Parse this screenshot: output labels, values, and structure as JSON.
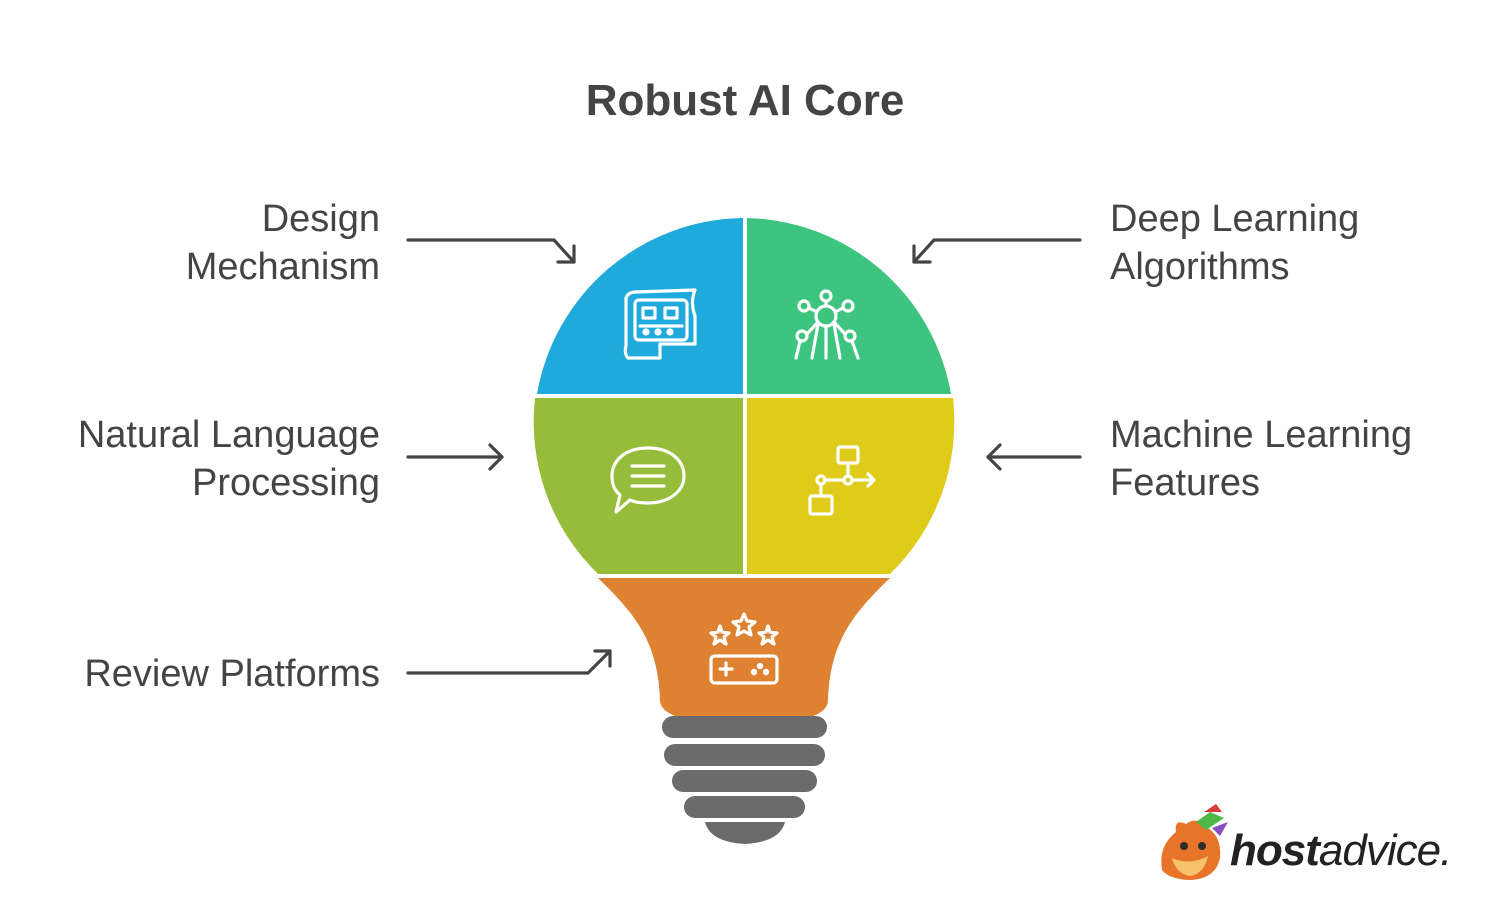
{
  "title": "Robust AI Core",
  "segments": [
    {
      "id": "design",
      "label_line1": "Design",
      "label_line2": "Mechanism",
      "color": "#20a9db",
      "icon": "conveyor-icon"
    },
    {
      "id": "deep",
      "label_line1": "Deep Learning",
      "label_line2": "Algorithms",
      "color": "#3dc47e",
      "icon": "network-icon"
    },
    {
      "id": "nlp",
      "label_line1": "Natural Language",
      "label_line2": "Processing",
      "color": "#97bc3a",
      "icon": "chat-bubble-icon"
    },
    {
      "id": "ml",
      "label_line1": "Machine Learning",
      "label_line2": "Features",
      "color": "#dfcc1a",
      "icon": "flowchart-icon"
    },
    {
      "id": "review",
      "label_line1": "Review Platforms",
      "color": "#de8232",
      "icon": "stars-gamepad-icon"
    }
  ],
  "bulb_base_color": "#6b6b6b",
  "logo": {
    "bold": "host",
    "regular": "advice."
  }
}
